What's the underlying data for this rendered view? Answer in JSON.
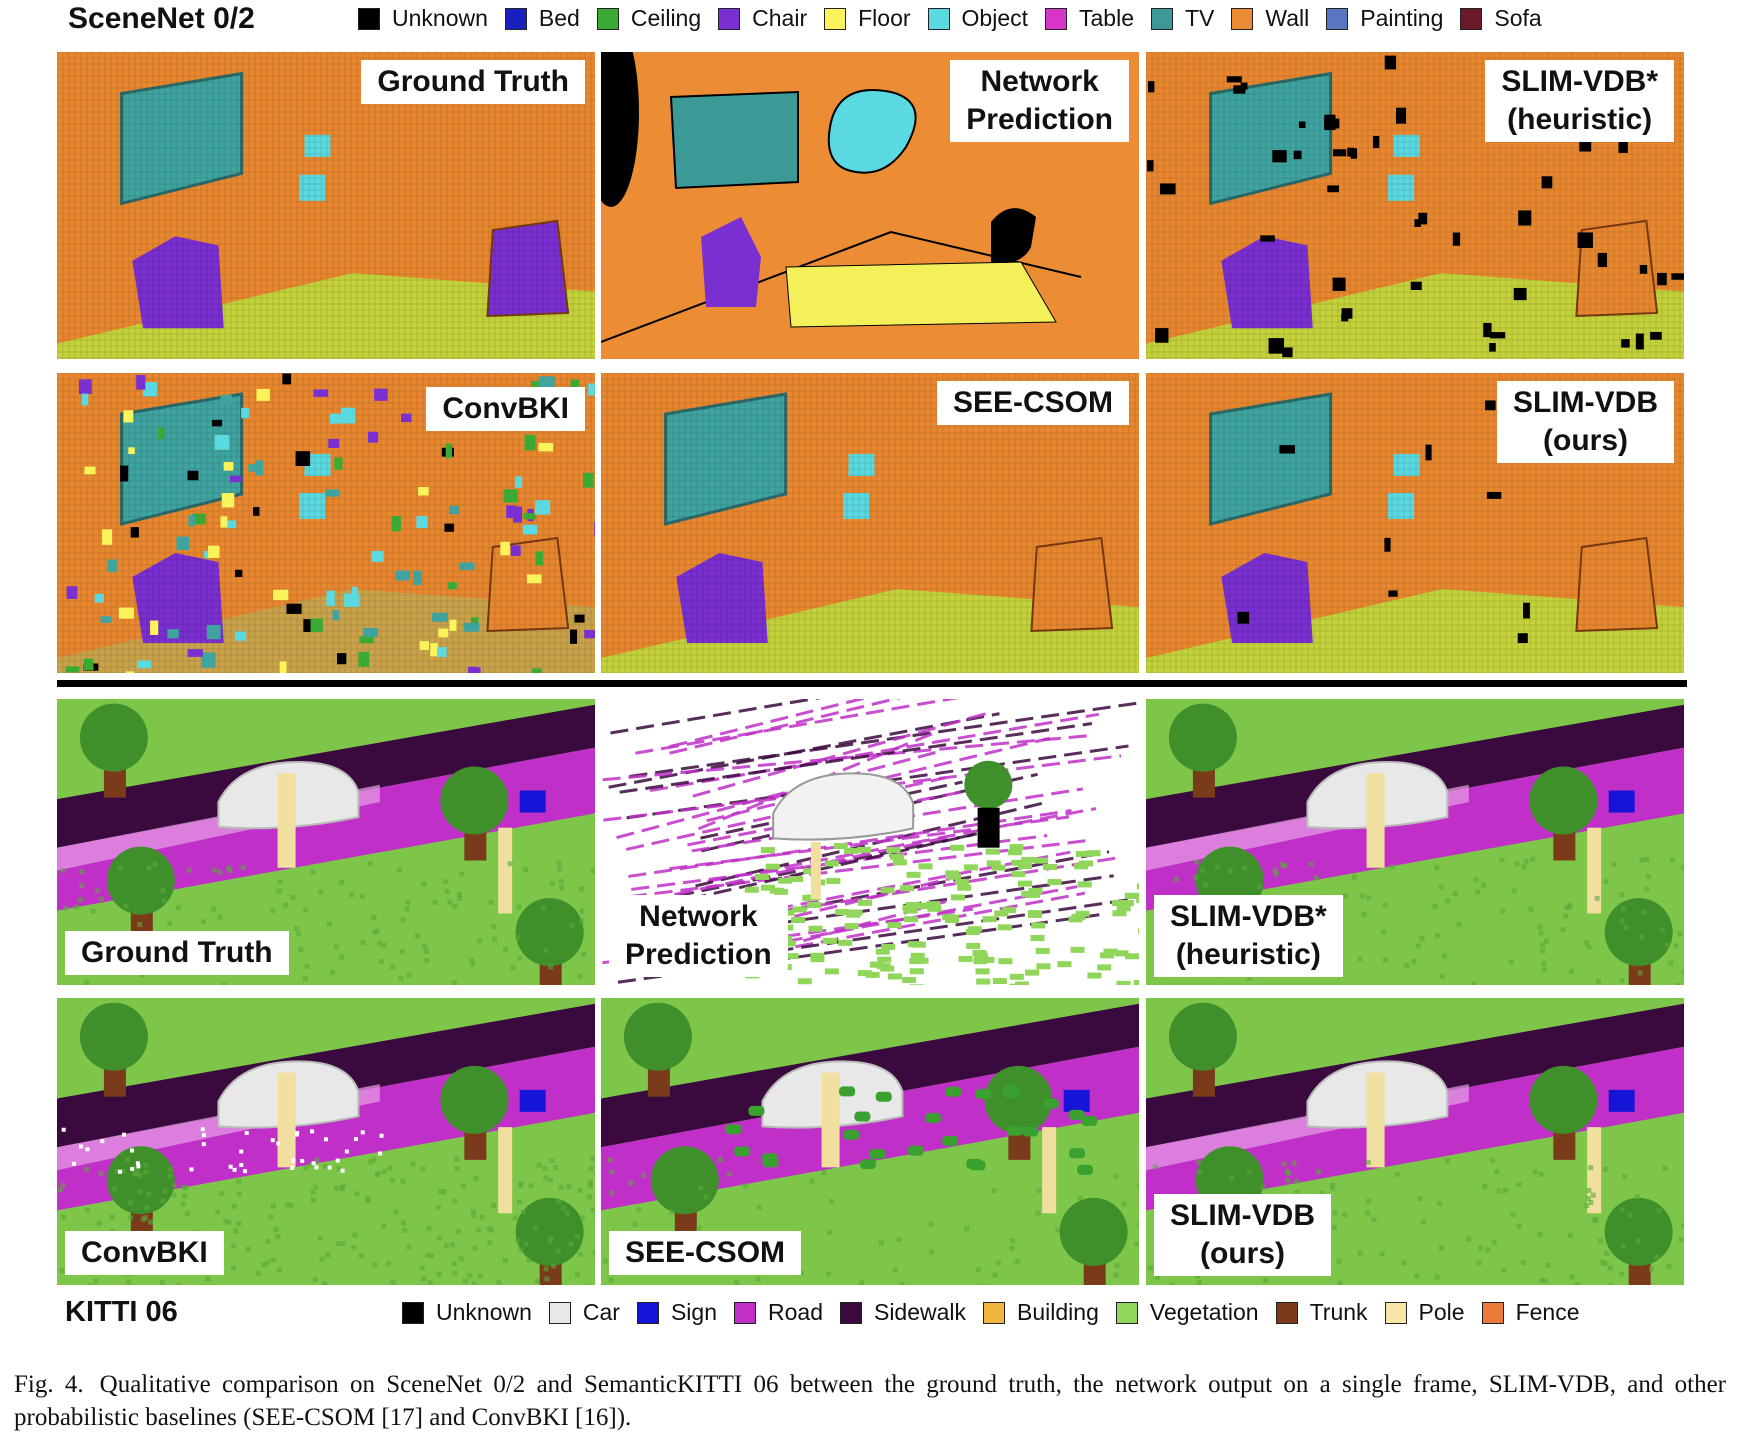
{
  "scenenet": {
    "title": "SceneNet 0/2",
    "legend": [
      {
        "label": "Unknown",
        "color": "#000000"
      },
      {
        "label": "Bed",
        "color": "#1a1fbf"
      },
      {
        "label": "Ceiling",
        "color": "#3aaa35"
      },
      {
        "label": "Chair",
        "color": "#7a2fd0"
      },
      {
        "label": "Floor",
        "color": "#fbf35a"
      },
      {
        "label": "Object",
        "color": "#5ad9e0"
      },
      {
        "label": "Table",
        "color": "#d636c8"
      },
      {
        "label": "TV",
        "color": "#3c9a96"
      },
      {
        "label": "Wall",
        "color": "#ec8d36"
      },
      {
        "label": "Painting",
        "color": "#5a76c0"
      },
      {
        "label": "Sofa",
        "color": "#6a1a2a"
      }
    ],
    "panels": [
      {
        "label": "Ground Truth",
        "type": "indoor",
        "variant": "clean"
      },
      {
        "label": "Network\nPrediction",
        "type": "indoor-flat",
        "variant": "flat"
      },
      {
        "label": "SLIM-VDB*\n(heuristic)",
        "type": "indoor",
        "variant": "noisy"
      },
      {
        "label": "ConvBKI",
        "type": "indoor",
        "variant": "messy"
      },
      {
        "label": "SEE-CSOM",
        "type": "indoor",
        "variant": "clean"
      },
      {
        "label": "SLIM-VDB\n(ours)",
        "type": "indoor",
        "variant": "ours"
      }
    ]
  },
  "kitti": {
    "title": "KITTI 06",
    "legend": [
      {
        "label": "Unknown",
        "color": "#000000"
      },
      {
        "label": "Car",
        "color": "#e8e8e8"
      },
      {
        "label": "Sign",
        "color": "#1515d8"
      },
      {
        "label": "Road",
        "color": "#c030c8"
      },
      {
        "label": "Sidewalk",
        "color": "#3a0a3e"
      },
      {
        "label": "Building",
        "color": "#f2b640"
      },
      {
        "label": "Vegetation",
        "color": "#8fd65a"
      },
      {
        "label": "Trunk",
        "color": "#7a3b1a"
      },
      {
        "label": "Pole",
        "color": "#f7e6a8"
      },
      {
        "label": "Fence",
        "color": "#ec7a3a"
      }
    ],
    "panels": [
      {
        "label": "Ground Truth",
        "type": "outdoor",
        "variant": "clean"
      },
      {
        "label": "Network\nPrediction",
        "type": "outdoor-sparse",
        "variant": "sparse"
      },
      {
        "label": "SLIM-VDB*\n(heuristic)",
        "type": "outdoor",
        "variant": "clean"
      },
      {
        "label": "ConvBKI",
        "type": "outdoor",
        "variant": "messy"
      },
      {
        "label": "SEE-CSOM",
        "type": "outdoor",
        "variant": "csom"
      },
      {
        "label": "SLIM-VDB\n(ours)",
        "type": "outdoor",
        "variant": "clean"
      }
    ]
  },
  "caption": {
    "fig": "Fig. 4.",
    "text": "Qualitative comparison on SceneNet 0/2 and SemanticKITTI 06 between the ground truth, the network output on a single frame, SLIM-VDB, and other probabilistic baselines (SEE-CSOM [17] and ConvBKI [16])."
  }
}
